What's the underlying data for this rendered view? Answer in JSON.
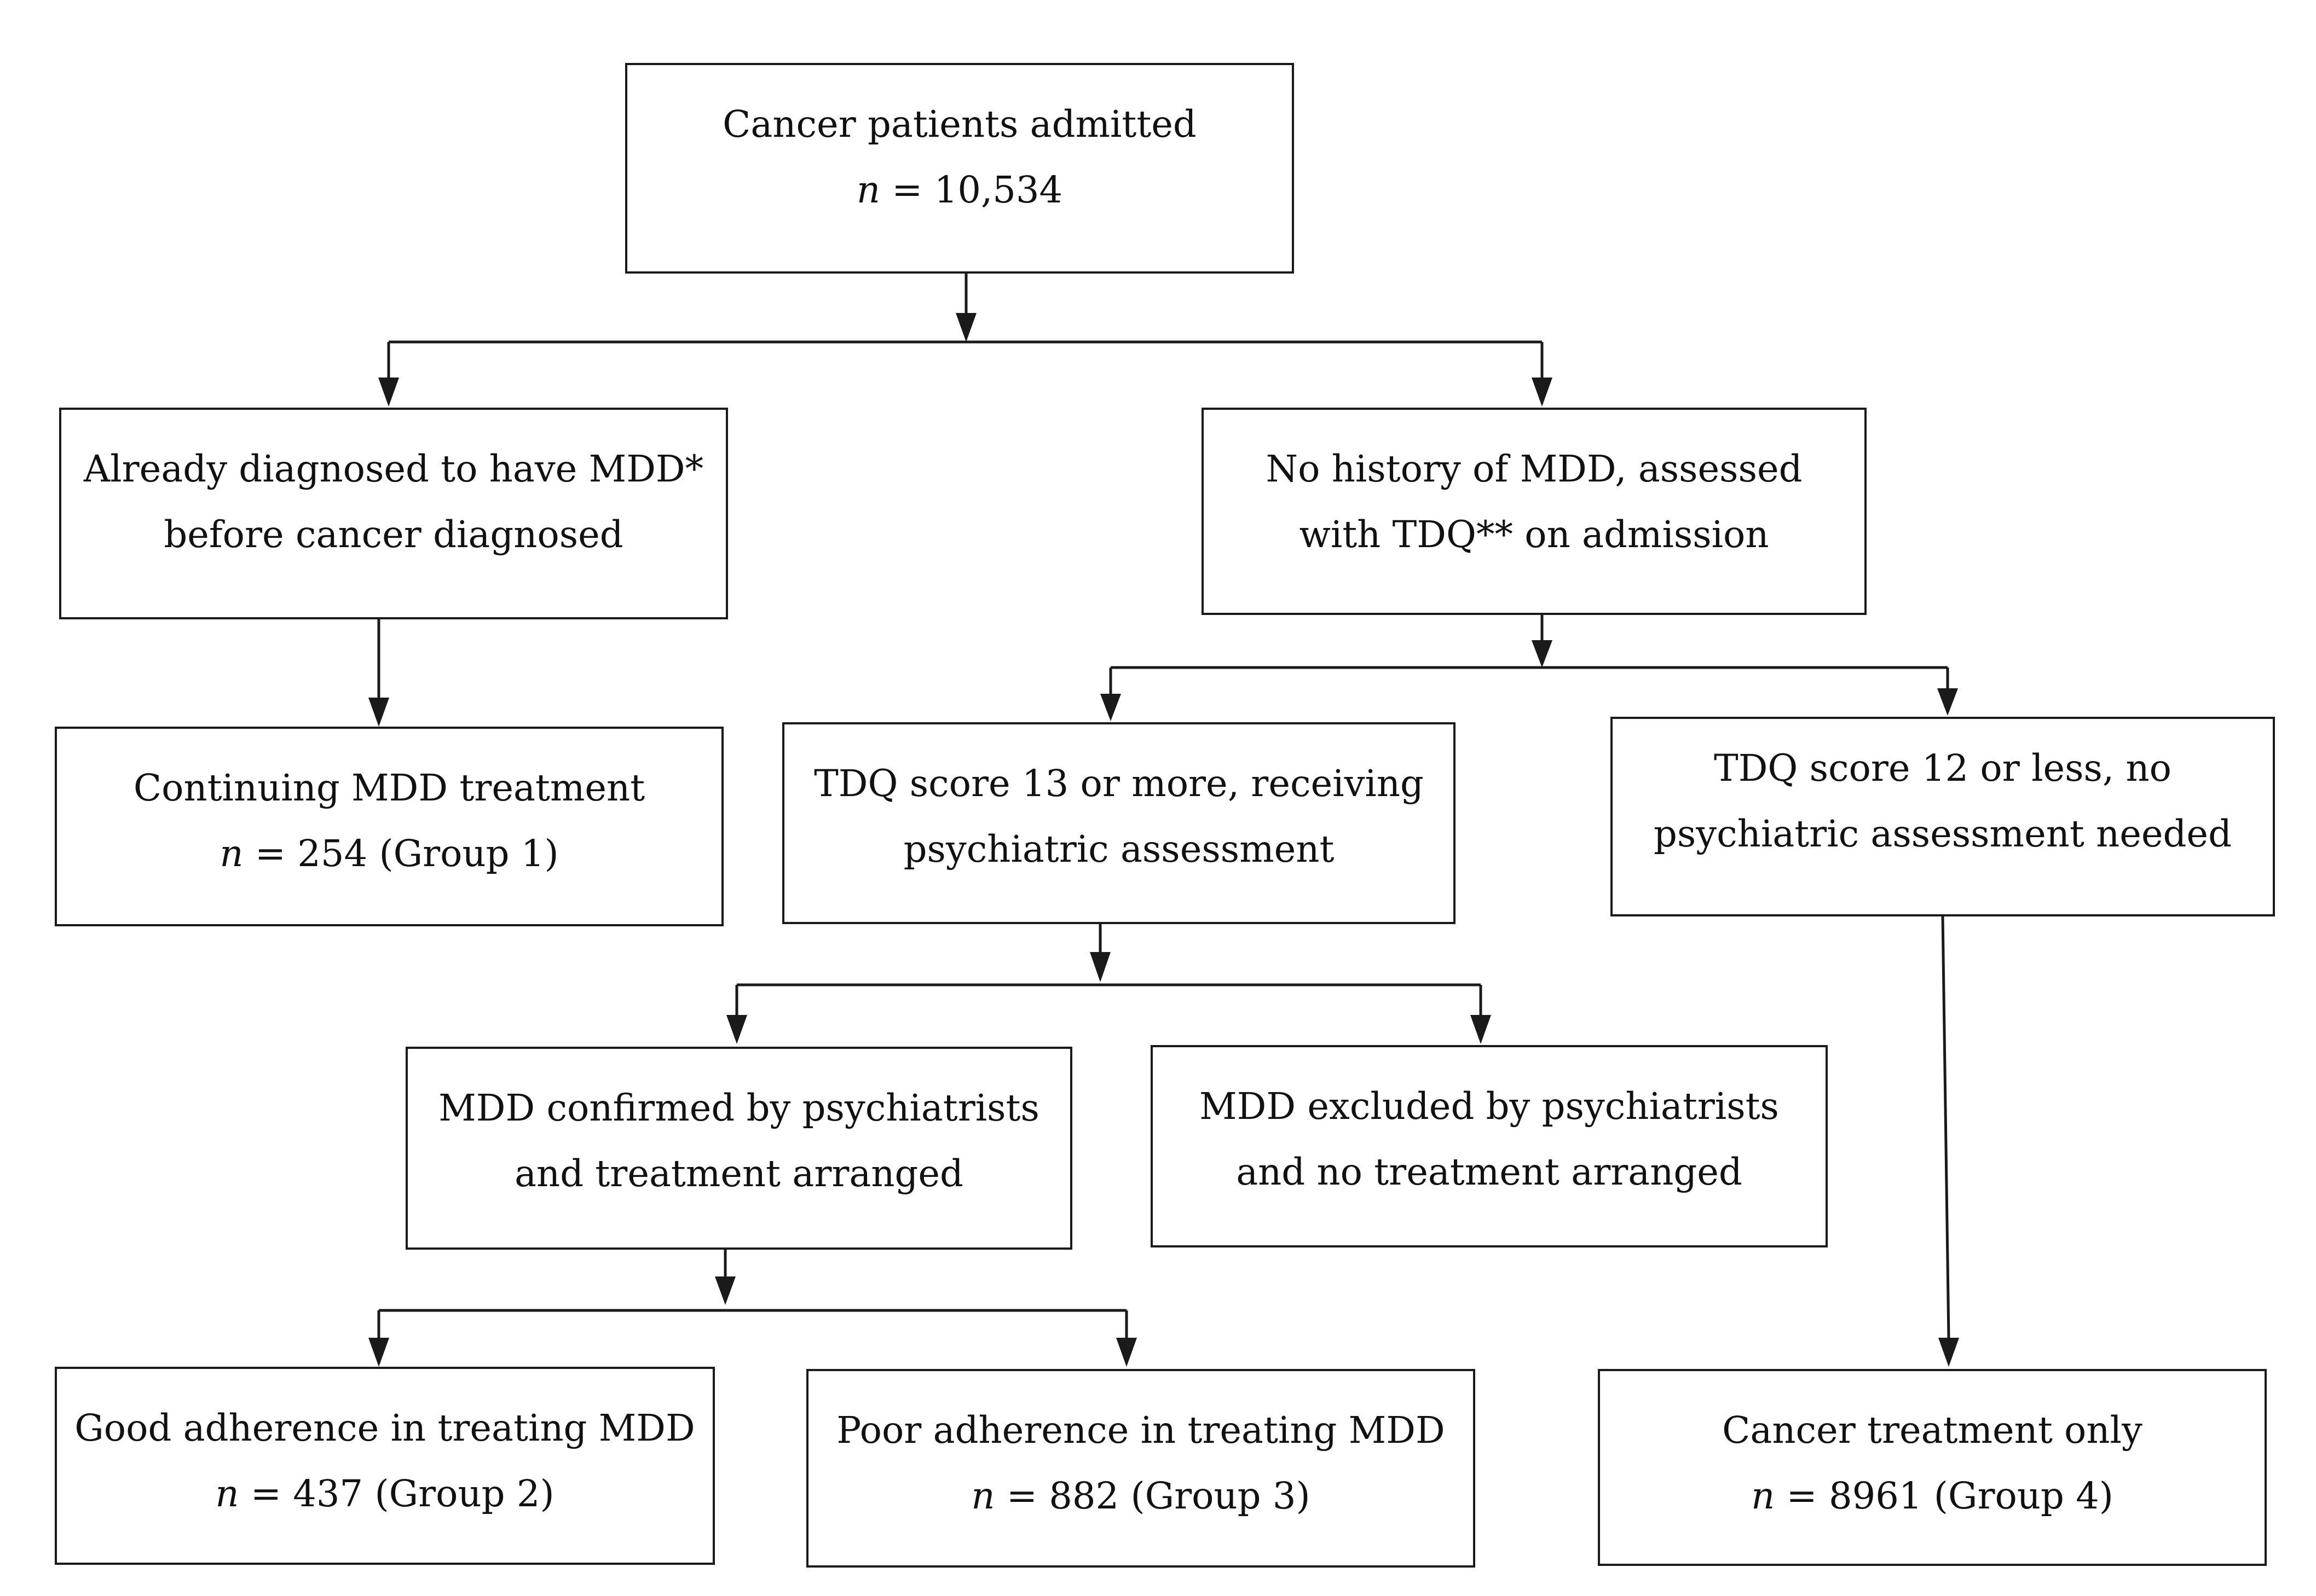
{
  "boxes": {
    "admitted": {
      "text": [
        "Cancer patients admitted"
      ],
      "n_symbol": "n",
      "n_value": "= 10,534"
    },
    "prior_mdd": {
      "text": [
        "Already diagnosed to have MDD*",
        "before cancer diagnosed"
      ]
    },
    "no_history": {
      "text": [
        "No history of MDD, assessed",
        "with TDQ** on admission"
      ]
    },
    "group1": {
      "text": [
        "Continuing MDD treatment"
      ],
      "n_symbol": "n",
      "n_value": "= 254 (Group 1)"
    },
    "tdq_high": {
      "text": [
        "TDQ score 13 or more, receiving",
        "psychiatric assessment"
      ]
    },
    "tdq_low": {
      "text": [
        "TDQ score 12 or less, no",
        "psychiatric assessment needed"
      ]
    },
    "mdd_confirmed": {
      "text": [
        "MDD confirmed by psychiatrists",
        "and treatment arranged"
      ]
    },
    "mdd_excluded": {
      "text": [
        "MDD excluded by psychiatrists",
        "and no treatment arranged"
      ]
    },
    "group2": {
      "text": [
        "Good adherence in treating MDD"
      ],
      "n_symbol": "n",
      "n_value": "= 437 (Group 2)"
    },
    "group3": {
      "text": [
        "Poor adherence in treating MDD"
      ],
      "n_symbol": "n",
      "n_value": "= 882 (Group 3)"
    },
    "group4": {
      "text": [
        "Cancer treatment only"
      ],
      "n_symbol": "n",
      "n_value": "= 8961 (Group 4)"
    }
  }
}
